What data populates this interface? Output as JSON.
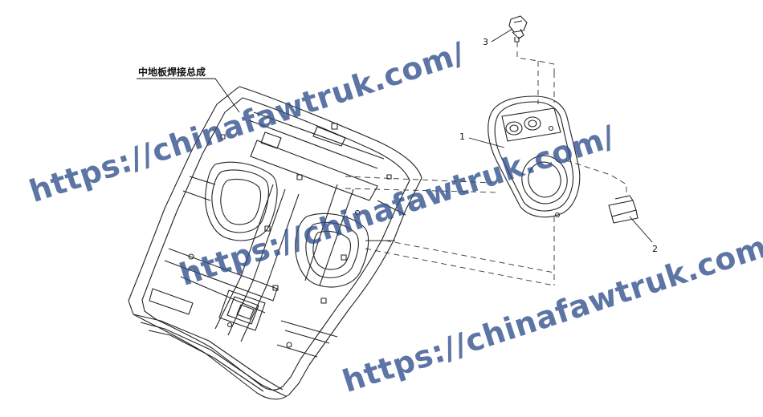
{
  "assembly_label": "中地板焊接总成",
  "callouts": {
    "part1": "1",
    "part2": "2",
    "part3": "3"
  },
  "watermark": {
    "text": "https://chinafawtruk.com/",
    "color": "#2e4e8a"
  },
  "colors": {
    "line": "#222222",
    "background": "#ffffff"
  }
}
